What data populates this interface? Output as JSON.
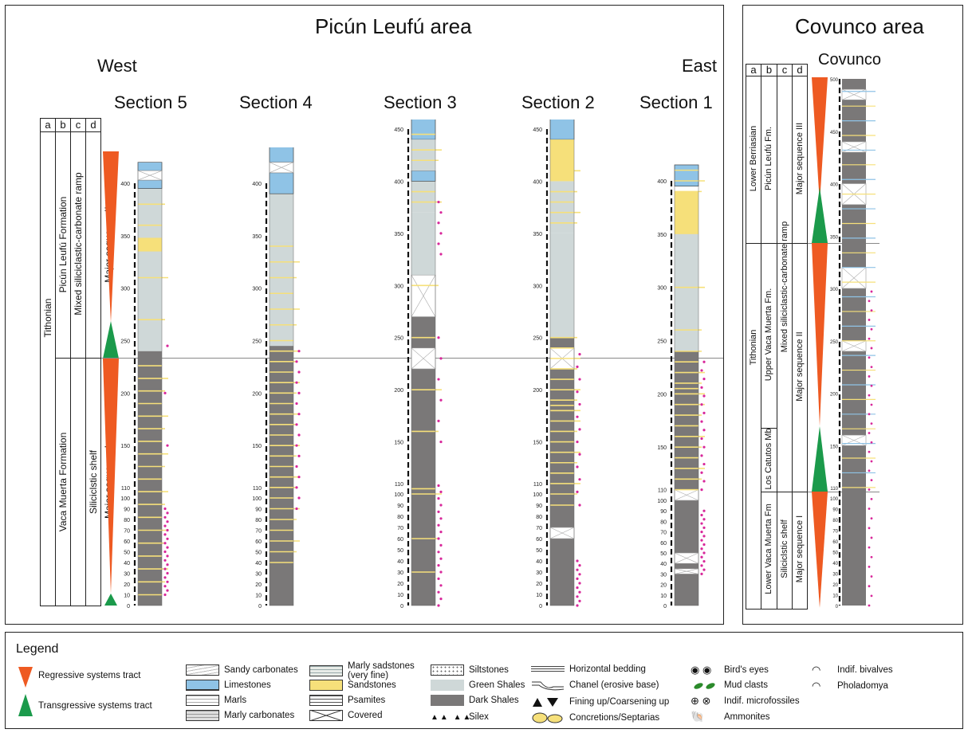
{
  "areas": {
    "picun": "Picún Leufú area",
    "covunco": "Covunco area",
    "covunco_section": "Covunco",
    "west": "West",
    "east": "East"
  },
  "sections": [
    "Section 5",
    "Section 4",
    "Section 3",
    "Section 2",
    "Section 1"
  ],
  "header_cols": [
    "a",
    "b",
    "c",
    "d"
  ],
  "picun_columns": {
    "a_tithonian": "Tithonian",
    "b_upper": "Picún Leufú Formation",
    "b_lower": "Vaca Muerta Formation",
    "c_upper": "Mixed siliciclastic-carbonate ramp",
    "c_lower": "Siliciclstic shelf",
    "d_upper": "Major sequence II",
    "d_lower": "Major sequence I"
  },
  "covunco_columns": {
    "a_upper": "Lower Berriasian",
    "a_lower": "Tithonian",
    "b_upper": "Picún Leufú Fm.",
    "b_mid": "Upper Vaca Muerta Fm.",
    "b_los": "Los Catutos Mb",
    "b_lower": "Lower Vaca Muerta Fm",
    "c_upper": "Mixed siliciclastic-carbonate ramp",
    "c_lower": "Siliciclstic shelf",
    "d_upper": "Major sequence III",
    "d_mid": "Major sequence II",
    "d_lower": "Major sequence I"
  },
  "scales": {
    "s5": [
      "400",
      "350",
      "300",
      "250",
      "200",
      "150",
      "110",
      "100",
      "90",
      "80",
      "70",
      "60",
      "50",
      "40",
      "30",
      "20",
      "10",
      "0"
    ],
    "s4": [
      "400",
      "350",
      "300",
      "250",
      "200",
      "150",
      "110",
      "100",
      "90",
      "80",
      "70",
      "60",
      "50",
      "40",
      "30",
      "20",
      "10",
      "0"
    ],
    "s3": [
      "450",
      "400",
      "350",
      "300",
      "250",
      "200",
      "150",
      "110",
      "100",
      "90",
      "80",
      "70",
      "60",
      "50",
      "40",
      "30",
      "20",
      "10",
      "0"
    ],
    "s2": [
      "450",
      "400",
      "350",
      "300",
      "250",
      "200",
      "150",
      "110",
      "100",
      "90",
      "80",
      "70",
      "60",
      "50",
      "40",
      "30",
      "20",
      "10",
      "0"
    ],
    "s1": [
      "400",
      "350",
      "300",
      "250",
      "200",
      "150",
      "110",
      "100",
      "90",
      "80",
      "70",
      "60",
      "50",
      "40",
      "30",
      "20",
      "10",
      "0"
    ],
    "cov": [
      "500",
      "450",
      "400",
      "350",
      "300",
      "250",
      "200",
      "150",
      "110",
      "100",
      "90",
      "80",
      "70",
      "60",
      "50",
      "40",
      "30",
      "20",
      "10",
      "0"
    ]
  },
  "legend": {
    "title": "Legend",
    "tracts": {
      "regressive": "Regressive systems tract",
      "transgressive": "Transgressive systems tract"
    },
    "lithology": [
      "Sandy carbonates",
      "Limestones",
      "Marls",
      "Marly carbonates",
      "Marly sadstones (very fine)",
      "Sandstones",
      "Psamites",
      "Covered",
      "Siltstones",
      "Green Shales",
      "Dark Shales",
      "Silex"
    ],
    "structures": [
      "Horizontal bedding",
      "Chanel (erosive base)",
      "Fining up/Coarsening up",
      "Concretions/Septarias"
    ],
    "fossils": [
      "Bird's eyes",
      "Mud clasts",
      "Indif. microfossiles",
      "Ammonites",
      "Indif. bivalves",
      "Pholadomya"
    ]
  },
  "colors": {
    "regressive": "#EE5A22",
    "transgressive": "#1B9A4B",
    "dark_shale": "#7a7878",
    "green_shale": "#cfd8d8",
    "limestone": "#8fc3e6",
    "sandstone": "#f6e07a",
    "fossil_dot": "#d8279a"
  }
}
